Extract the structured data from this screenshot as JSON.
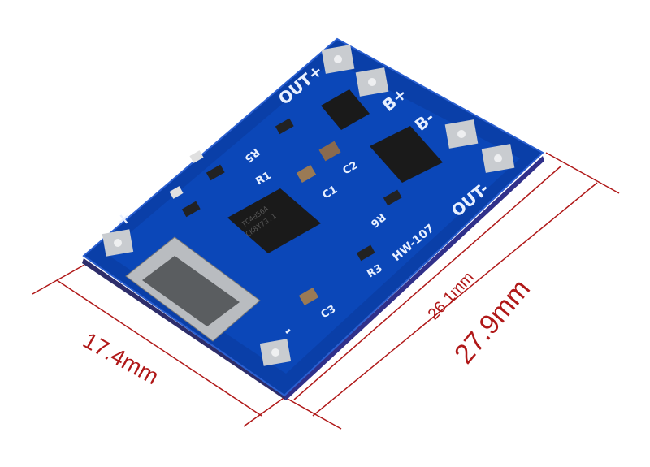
{
  "board": {
    "model": "HW-107",
    "pins": {
      "out_plus": "OUT+",
      "b_plus": "B+",
      "b_minus": "B-",
      "out_minus": "OUT-",
      "in_plus": "+",
      "in_minus": "-"
    },
    "components": {
      "r1": "R1",
      "r3": "R3",
      "r5": "R5",
      "r6": "R6",
      "c1": "C1",
      "c2": "C2",
      "c3": "C3"
    },
    "chip_marking": [
      "TC4056A",
      "CK8Y73.1"
    ],
    "colors": {
      "pcb": "#0a3fa8",
      "silkscreen": "#e8f0ff",
      "pads": "#c9ccd0"
    }
  },
  "dimensions": {
    "width": "17.4mm",
    "inner_length": "26.1mm",
    "outer_length": "27.9mm",
    "color": "#b01818"
  }
}
